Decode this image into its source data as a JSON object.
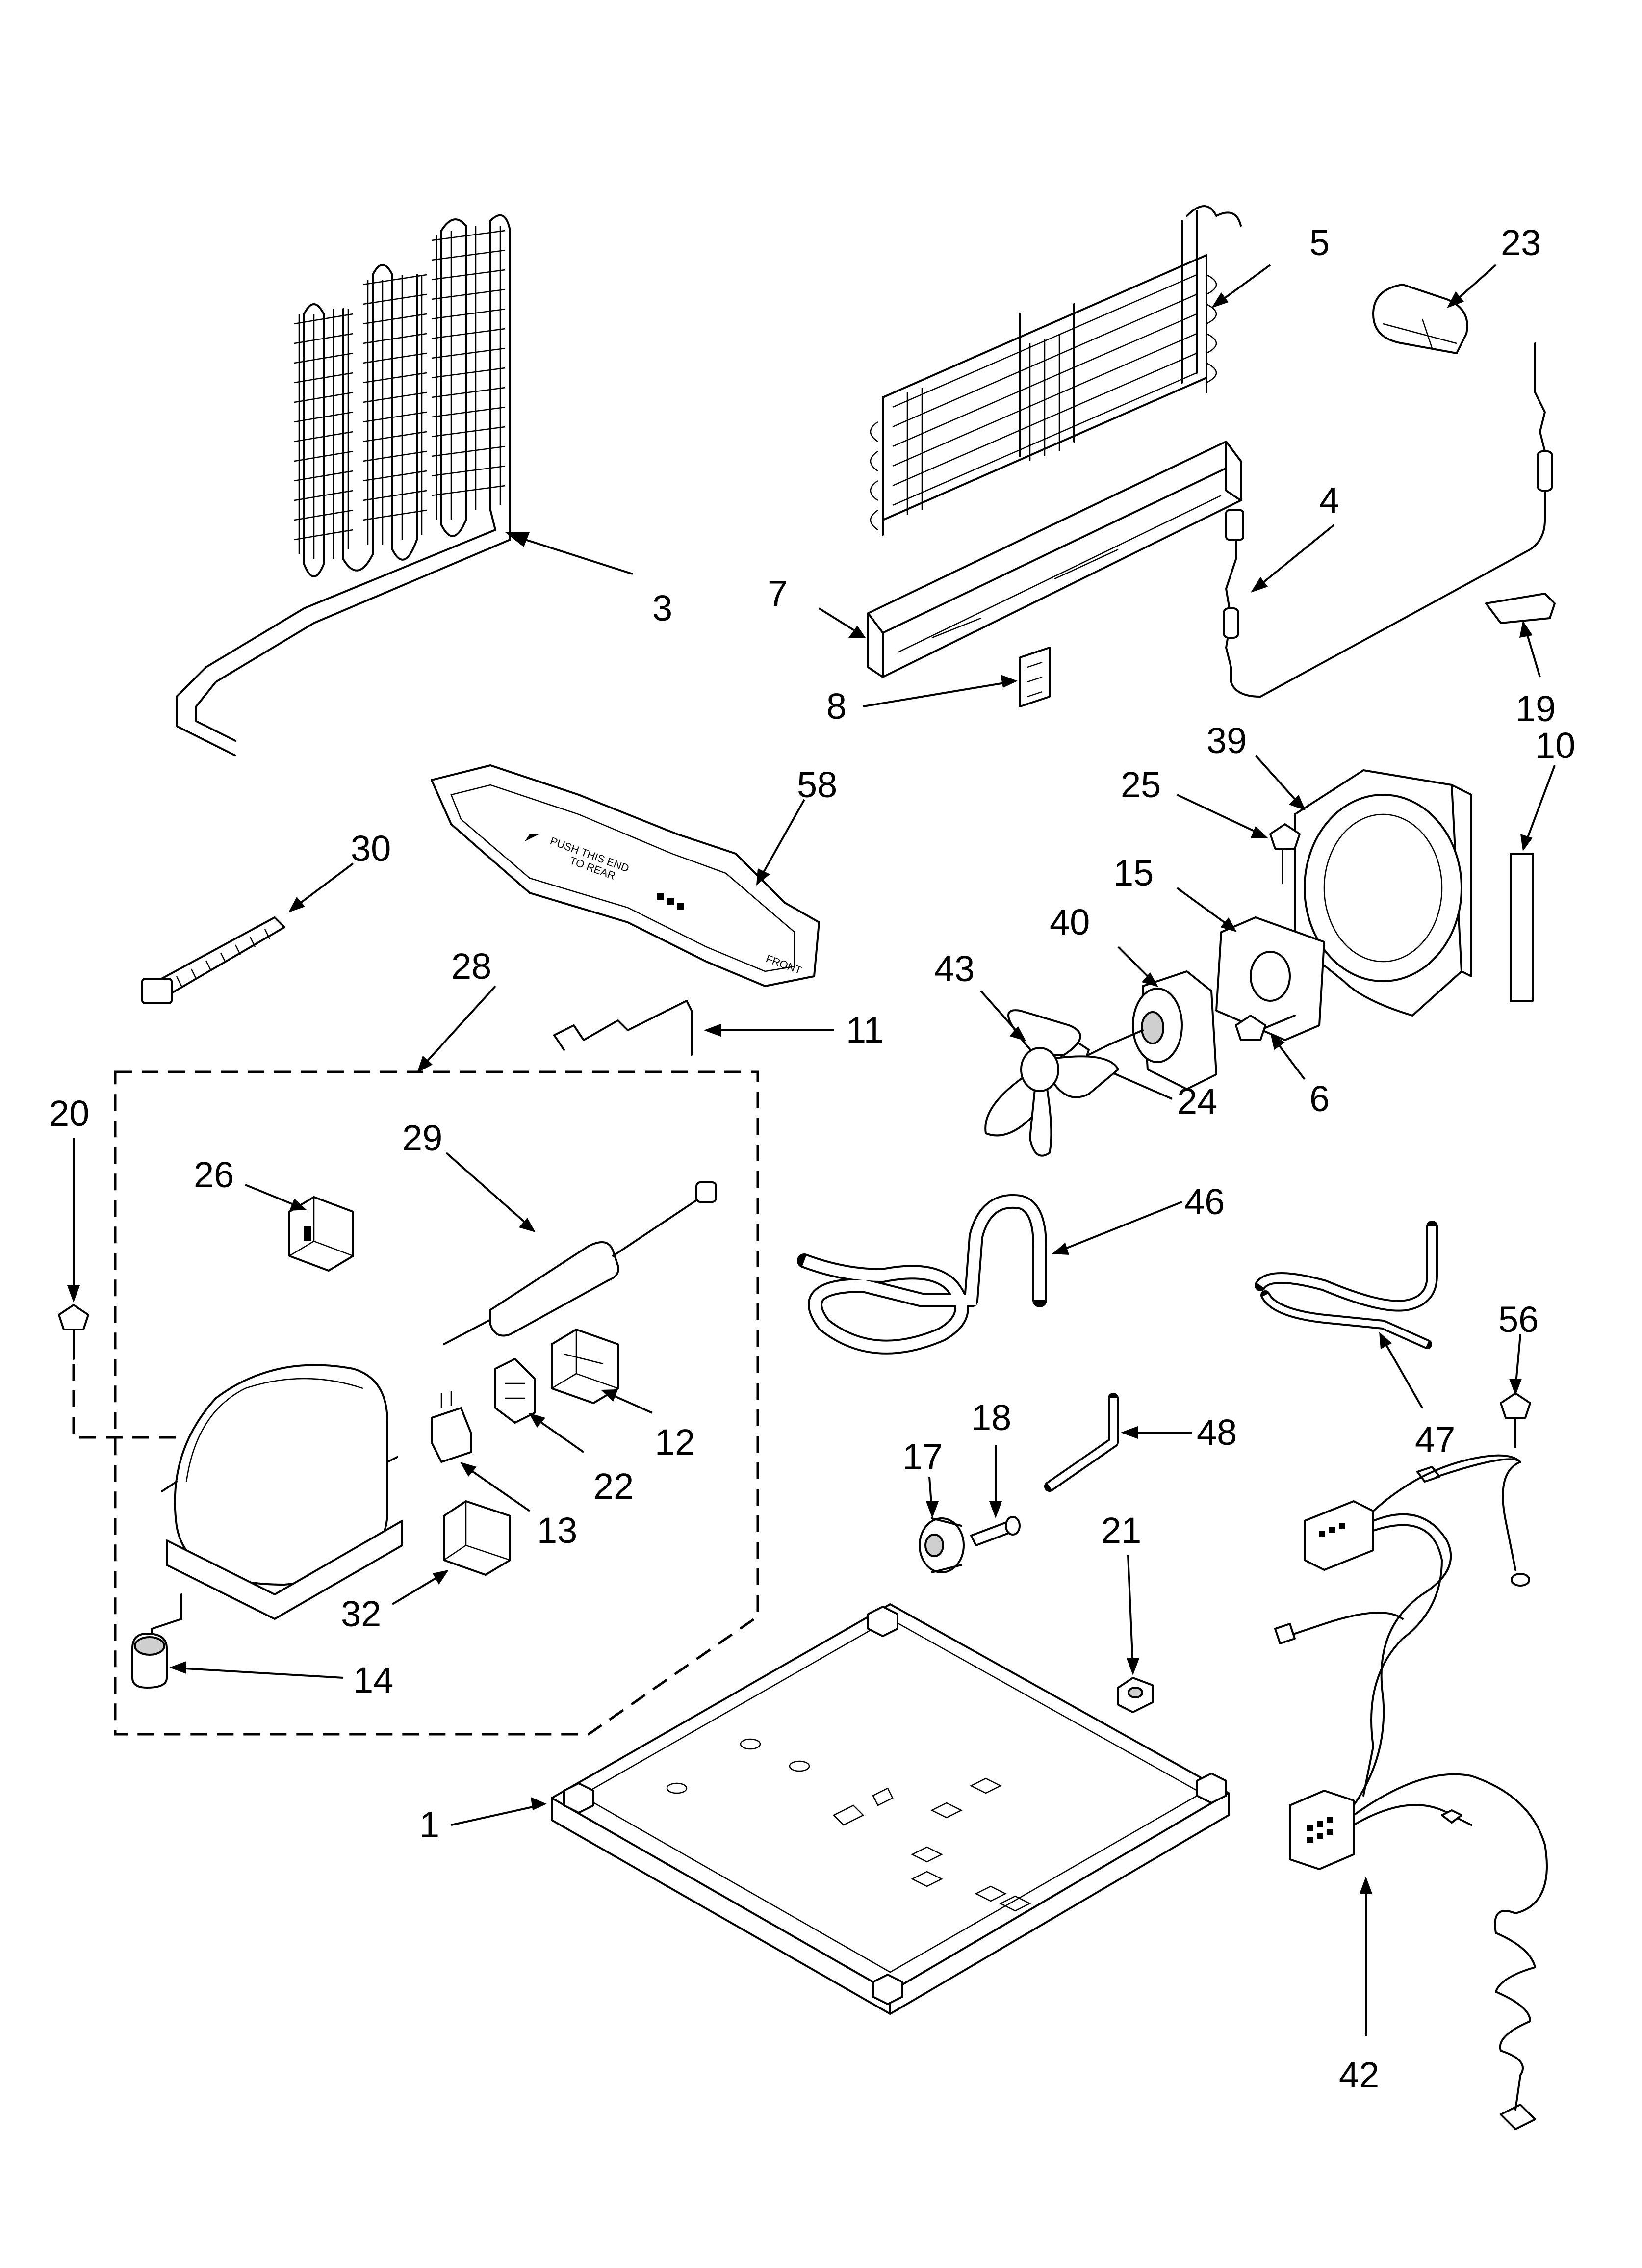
{
  "callouts": [
    {
      "id": "1",
      "text": "1"
    },
    {
      "id": "3",
      "text": "3"
    },
    {
      "id": "4",
      "text": "4"
    },
    {
      "id": "5",
      "text": "5"
    },
    {
      "id": "6",
      "text": "6"
    },
    {
      "id": "7",
      "text": "7"
    },
    {
      "id": "8",
      "text": "8"
    },
    {
      "id": "10",
      "text": "10"
    },
    {
      "id": "11",
      "text": "11"
    },
    {
      "id": "12",
      "text": "12"
    },
    {
      "id": "13",
      "text": "13"
    },
    {
      "id": "14",
      "text": "14"
    },
    {
      "id": "15",
      "text": "15"
    },
    {
      "id": "17",
      "text": "17"
    },
    {
      "id": "18",
      "text": "18"
    },
    {
      "id": "19",
      "text": "19"
    },
    {
      "id": "20",
      "text": "20"
    },
    {
      "id": "21",
      "text": "21"
    },
    {
      "id": "22",
      "text": "22"
    },
    {
      "id": "23",
      "text": "23"
    },
    {
      "id": "24",
      "text": "24"
    },
    {
      "id": "25",
      "text": "25"
    },
    {
      "id": "26",
      "text": "26"
    },
    {
      "id": "28",
      "text": "28"
    },
    {
      "id": "29",
      "text": "29"
    },
    {
      "id": "30",
      "text": "30"
    },
    {
      "id": "32",
      "text": "32"
    },
    {
      "id": "39",
      "text": "39"
    },
    {
      "id": "40",
      "text": "40"
    },
    {
      "id": "42",
      "text": "42"
    },
    {
      "id": "43",
      "text": "43"
    },
    {
      "id": "46",
      "text": "46"
    },
    {
      "id": "47",
      "text": "47"
    },
    {
      "id": "48",
      "text": "48"
    },
    {
      "id": "56",
      "text": "56"
    },
    {
      "id": "58",
      "text": "58"
    }
  ],
  "drain_pan_text": {
    "line1": "PUSH THIS END",
    "line2": "TO REAR",
    "front": "FRONT"
  }
}
